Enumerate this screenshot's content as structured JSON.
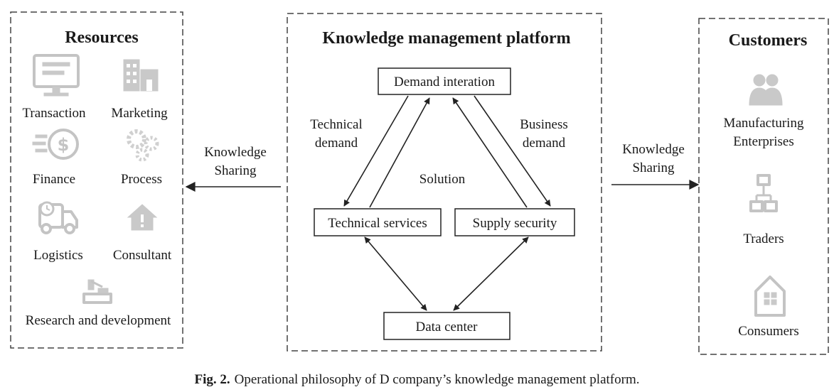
{
  "resources": {
    "title": "Resources",
    "items": [
      {
        "label": "Transaction",
        "icon": "monitor-icon"
      },
      {
        "label": "Marketing",
        "icon": "buildings-icon"
      },
      {
        "label": "Finance",
        "icon": "dollar-coin-icon"
      },
      {
        "label": "Process",
        "icon": "gears-icon"
      },
      {
        "label": "Logistics",
        "icon": "truck-icon"
      },
      {
        "label": "Consultant",
        "icon": "house-alert-icon"
      },
      {
        "label": "Research and development",
        "icon": "lab-icon"
      }
    ]
  },
  "platform": {
    "title": "Knowledge management platform",
    "nodes": {
      "demand": "Demand interation",
      "technical": "Technical services",
      "supply": "Supply security",
      "datacenter": "Data center"
    },
    "edge_labels": {
      "technical_demand_1": "Technical",
      "technical_demand_2": "demand",
      "business_demand_1": "Business",
      "business_demand_2": "demand",
      "solution": "Solution"
    }
  },
  "customers": {
    "title": "Customers",
    "items": [
      {
        "label_1": "Manufacturing",
        "label_2": "Enterprises",
        "icon": "people-icon"
      },
      {
        "label": "Traders",
        "icon": "network-icon"
      },
      {
        "label": "Consumers",
        "icon": "house-icon"
      }
    ]
  },
  "flows": {
    "left_1": "Knowledge",
    "left_2": "Sharing",
    "right_1": "Knowledge",
    "right_2": "Sharing"
  },
  "caption": {
    "fig": "Fig. 2.",
    "text": "Operational philosophy of D company’s knowledge management platform."
  }
}
